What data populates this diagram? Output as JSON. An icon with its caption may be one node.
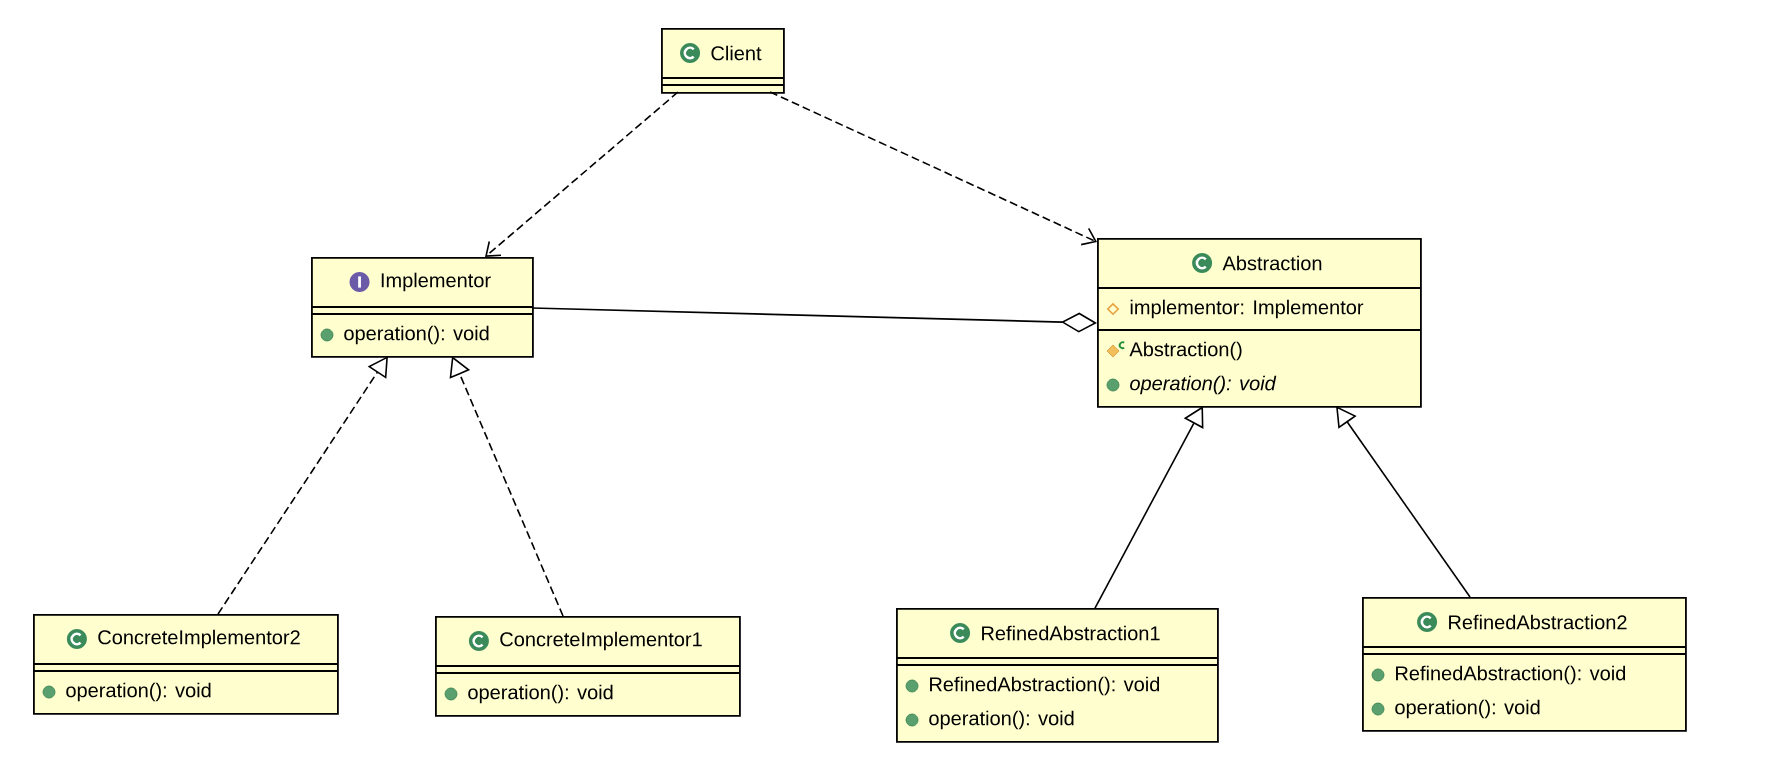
{
  "diagram": {
    "nodes": [
      {
        "text": [
          "Client"
        ]
      },
      {
        "text": [
          "Implementor",
          "operation(): void"
        ]
      },
      {
        "text": [
          "Abstraction",
          "implementor: Implementor",
          "Abstraction()",
          "operation(): void"
        ]
      },
      {
        "text": [
          "ConcreteImplementor2",
          "operation(): void"
        ]
      },
      {
        "text": [
          "ConcreteImplementor1",
          "operation(): void"
        ]
      },
      {
        "text": [
          "RefinedAbstraction1",
          "RefinedAbstraction(): void",
          "operation(): void"
        ]
      },
      {
        "text": [
          "RefinedAbstraction2",
          "RefinedAbstraction(): void",
          "operation(): void"
        ]
      }
    ],
    "edges": [
      {
        "from": 0,
        "to": 1,
        "arrow": "to",
        "style": "dashed"
      },
      {
        "from": 0,
        "to": 2,
        "arrow": "to",
        "style": "dashed"
      },
      {
        "from": 2,
        "to": 1,
        "arrow": "other"
      },
      {
        "from": 3,
        "to": 1,
        "arrow": "to",
        "style": "dashed"
      },
      {
        "from": 4,
        "to": 1,
        "arrow": "to",
        "style": "dashed"
      },
      {
        "from": 5,
        "to": 2,
        "arrow": "to"
      },
      {
        "from": 6,
        "to": 2,
        "arrow": "to"
      }
    ]
  }
}
